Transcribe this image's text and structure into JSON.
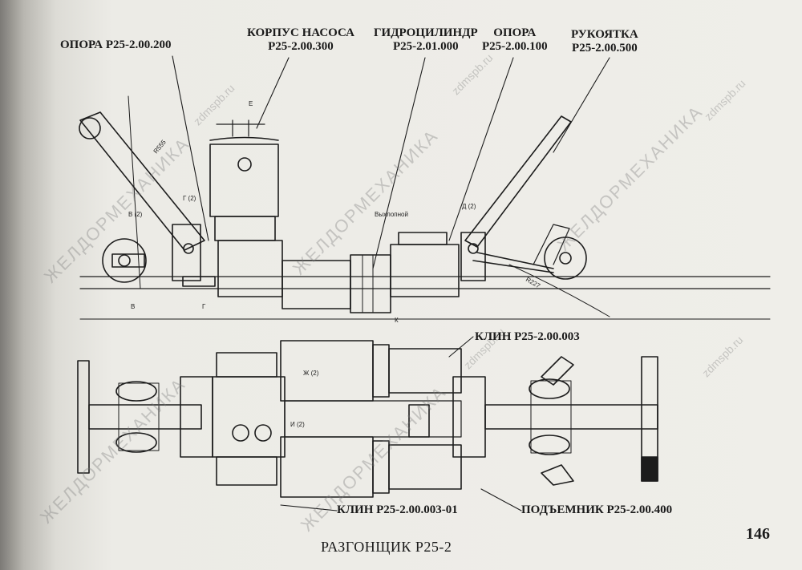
{
  "labels": {
    "opora_left": {
      "name": "ОПОРА Р25-2.00.200"
    },
    "pump_body": {
      "name": "КОРПУС НАСОСА",
      "code": "Р25-2.00.300"
    },
    "cylinder": {
      "name": "ГИДРОЦИЛИНДР",
      "code": "Р25-2.01.000"
    },
    "opora_right": {
      "name": "ОПОРА",
      "code": "Р25-2.00.100"
    },
    "handle": {
      "name": "РУКОЯТКА",
      "code": "Р25-2.00.500"
    },
    "wedge_top": {
      "name": "КЛИН Р25-2.00.003"
    },
    "wedge_bottom": {
      "name": "КЛИН Р25-2.00.003-01"
    },
    "lifter": {
      "name": "ПОДЪЕМНИК Р25-2.00.400"
    }
  },
  "footer": {
    "title": "РАЗГОНЩИК Р25-2",
    "page_number": "146"
  },
  "watermarks": {
    "site": "zdmspb.ru",
    "brand": "ЖЕЛДОРМЕХАНИКА"
  },
  "drawing_marks": {
    "view_v": "В (2)",
    "view_g": "Г (2)",
    "view_d": "Д (2)",
    "view_e": "Е",
    "view_zh": "Ж (2)",
    "view_i": "И (2)",
    "radius_left": "R555",
    "radius_right": "R227",
    "mark_b": "В",
    "mark_g": "Г",
    "mark_k": "К",
    "note": "Выхлопной"
  }
}
